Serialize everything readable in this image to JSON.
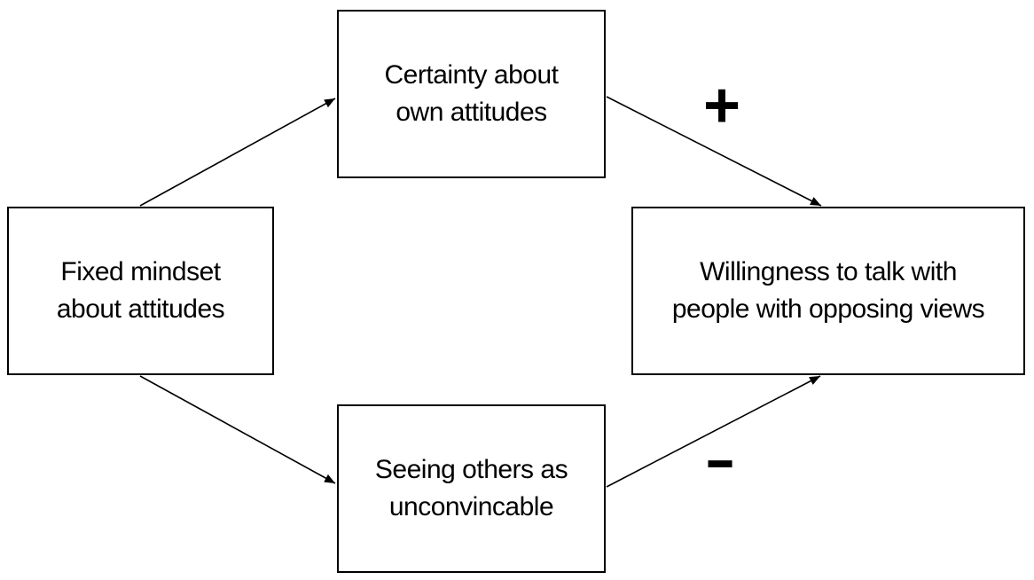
{
  "canvas": {
    "background": "#ffffff",
    "ink": "#000000"
  },
  "diagram": {
    "type": "mediation-path-model",
    "nodes": [
      {
        "id": "fixed-mindset",
        "lines": [
          "Fixed mindset",
          "about attitudes"
        ]
      },
      {
        "id": "certainty",
        "lines": [
          "Certainty about",
          "own attitudes"
        ]
      },
      {
        "id": "seeing-others",
        "lines": [
          "Seeing others as",
          "unconvincable"
        ]
      },
      {
        "id": "willingness",
        "lines": [
          "Willingness to talk with",
          "people with opposing views"
        ]
      }
    ],
    "edges": [
      {
        "from": "fixed-mindset",
        "to": "certainty",
        "sign": ""
      },
      {
        "from": "certainty",
        "to": "willingness",
        "sign": "+"
      },
      {
        "from": "fixed-mindset",
        "to": "seeing-others",
        "sign": ""
      },
      {
        "from": "seeing-others",
        "to": "willingness",
        "sign": "−"
      }
    ],
    "edge_labels": {
      "plus": "+",
      "minus": "−"
    }
  }
}
